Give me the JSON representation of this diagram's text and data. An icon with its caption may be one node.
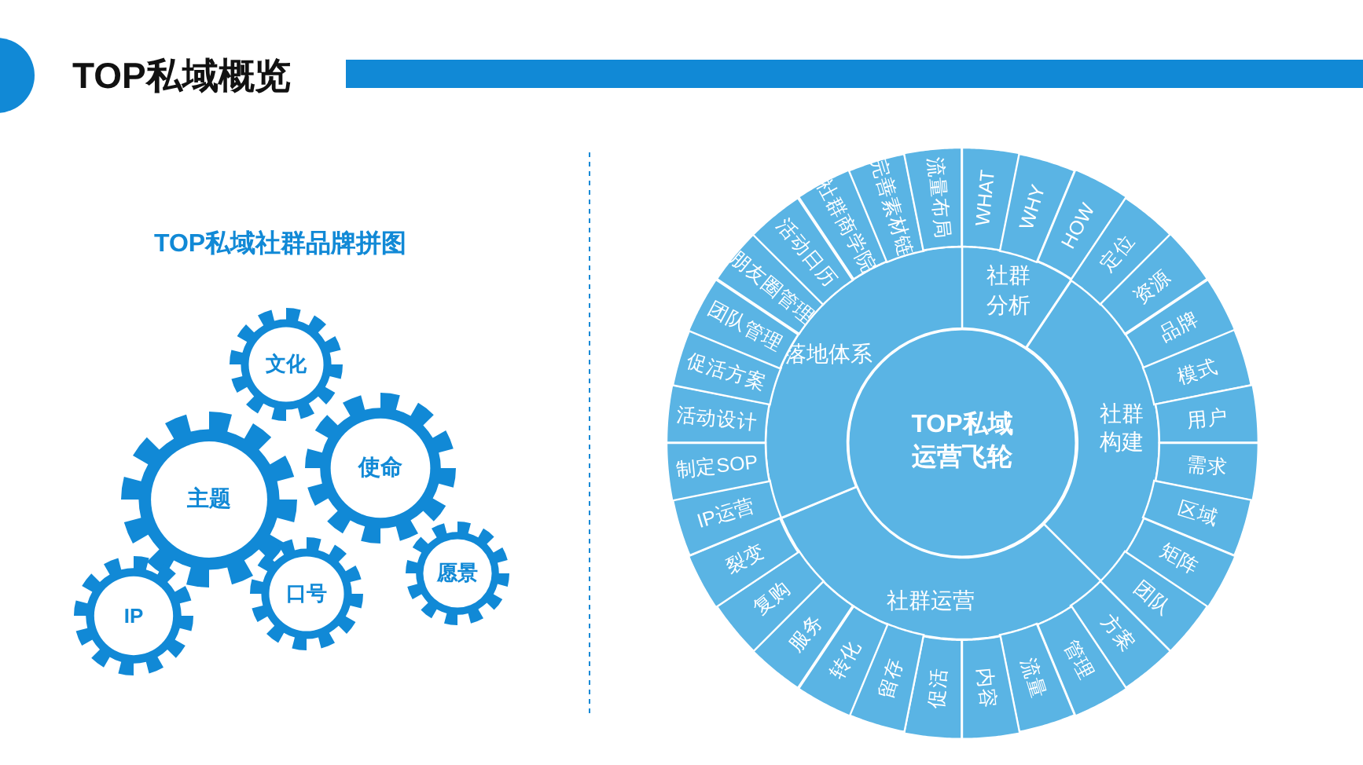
{
  "diagram": {
    "title": "TOP私域概览",
    "nodes": [
      {
        "text": [
          "文化"
        ]
      },
      {
        "text": [
          "主题"
        ]
      },
      {
        "text": [
          "使命"
        ]
      },
      {
        "text": [
          "口号"
        ]
      },
      {
        "text": [
          "愿景"
        ]
      },
      {
        "text": [
          "IP"
        ]
      },
      {
        "text": [
          "TOP私域运营飞轮"
        ]
      },
      {
        "text": [
          "社群分析"
        ]
      },
      {
        "text": [
          "社群构建"
        ]
      },
      {
        "text": [
          "社群运营"
        ]
      },
      {
        "text": [
          "落地体系"
        ]
      },
      {
        "text": [
          "WHAT"
        ]
      },
      {
        "text": [
          "WHY"
        ]
      },
      {
        "text": [
          "HOW"
        ]
      },
      {
        "text": [
          "定位"
        ]
      },
      {
        "text": [
          "资源"
        ]
      },
      {
        "text": [
          "品牌"
        ]
      },
      {
        "text": [
          "模式"
        ]
      },
      {
        "text": [
          "用户"
        ]
      },
      {
        "text": [
          "需求"
        ]
      },
      {
        "text": [
          "区域"
        ]
      },
      {
        "text": [
          "矩阵"
        ]
      },
      {
        "text": [
          "团队"
        ]
      },
      {
        "text": [
          "方案"
        ]
      },
      {
        "text": [
          "管理"
        ]
      },
      {
        "text": [
          "流量"
        ]
      },
      {
        "text": [
          "内容"
        ]
      },
      {
        "text": [
          "促活"
        ]
      },
      {
        "text": [
          "留存"
        ]
      },
      {
        "text": [
          "转化"
        ]
      },
      {
        "text": [
          "服务"
        ]
      },
      {
        "text": [
          "复购"
        ]
      },
      {
        "text": [
          "裂变"
        ]
      },
      {
        "text": [
          "IP运营"
        ]
      },
      {
        "text": [
          "制定SOP"
        ]
      },
      {
        "text": [
          "活动设计"
        ]
      },
      {
        "text": [
          "促活方案"
        ]
      },
      {
        "text": [
          "团队管理"
        ]
      },
      {
        "text": [
          "朋友圈管理"
        ]
      },
      {
        "text": [
          "活动日历"
        ]
      },
      {
        "text": [
          "社群商学院"
        ]
      },
      {
        "text": [
          "完善素材链"
        ]
      },
      {
        "text": [
          "流量布局"
        ]
      }
    ],
    "edges": [],
    "labels": [
      "TOP私域社群品牌拼图"
    ]
  }
}
